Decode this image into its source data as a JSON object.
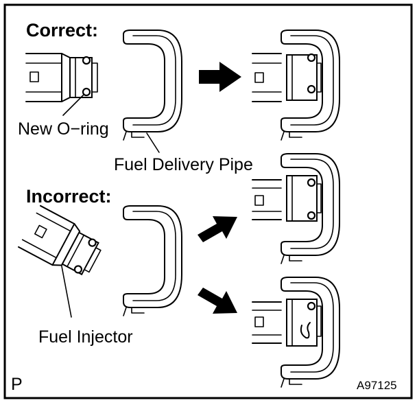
{
  "labels": {
    "correct": "Correct:",
    "incorrect": "Incorrect:",
    "new_o_ring": "New O−ring",
    "fuel_delivery_pipe": "Fuel Delivery Pipe",
    "fuel_injector": "Fuel Injector",
    "corner_mark": "P",
    "figure_code": "A97125"
  }
}
